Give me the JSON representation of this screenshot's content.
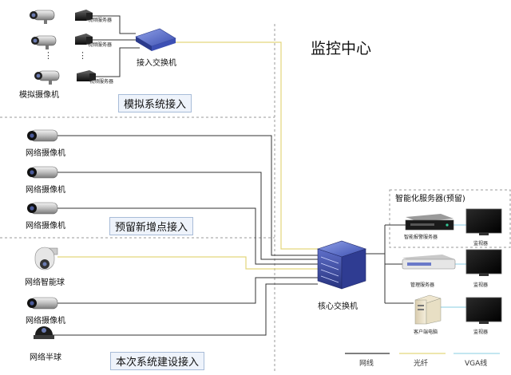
{
  "title": "监控中心",
  "sections": {
    "analog": "模拟系统接入",
    "reserved": "预留新增点接入",
    "current": "本次系统建设接入"
  },
  "analog": {
    "encoder_label": "视频服务器",
    "dots": "⋮",
    "camera_label": "模拟摄像机",
    "switch_label": "接入交换机"
  },
  "network_cameras": [
    "网络摄像机",
    "网络摄像机",
    "网络摄像机"
  ],
  "current_devices": {
    "dome": "网络智能球",
    "camera": "网络摄像机",
    "half_dome": "网络半球"
  },
  "core_switch": "核心交换机",
  "smart_group_label": "智能化服务器(预留)",
  "servers": {
    "alarm": "智能报警服务器",
    "management": "管理服务器",
    "client": "客户端电脑"
  },
  "monitors": [
    "监视器",
    "监视器",
    "监视器"
  ],
  "legend": {
    "network": "网线",
    "fiber": "光纤",
    "vga": "VGA线"
  },
  "colors": {
    "network_line": "#333333",
    "fiber_line": "#e9e08a",
    "vga_line": "#9fd6e8",
    "section_bg": "#eef3fb"
  }
}
